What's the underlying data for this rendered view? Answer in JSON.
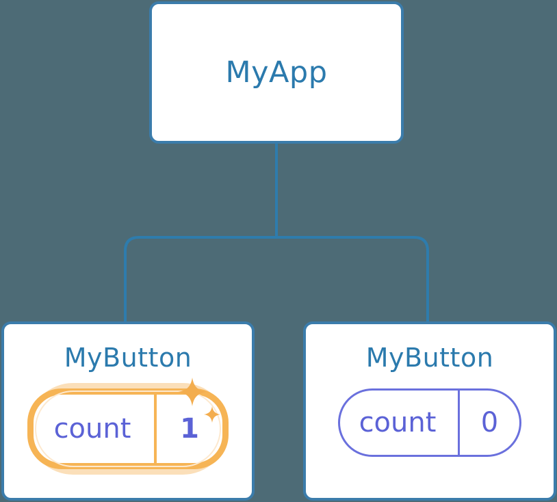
{
  "diagram": {
    "type": "component-tree",
    "background_color": "#4d6b76",
    "node_border_color": "#3b7cab",
    "node_fill_color": "#ffffff",
    "title_color": "#2b7aad",
    "state_color": "#5b62d6",
    "highlight_color": "#f6b455",
    "highlight_glow_color": "#fbdfb9",
    "edge_color": "#2e7cad"
  },
  "root": {
    "title": "MyApp"
  },
  "children": [
    {
      "title": "MyButton",
      "state": {
        "key": "count",
        "value": "1"
      },
      "highlighted": true,
      "sparkles": [
        "sparkle-large-icon",
        "sparkle-small-icon"
      ]
    },
    {
      "title": "MyButton",
      "state": {
        "key": "count",
        "value": "0"
      },
      "highlighted": false,
      "sparkles": []
    }
  ]
}
